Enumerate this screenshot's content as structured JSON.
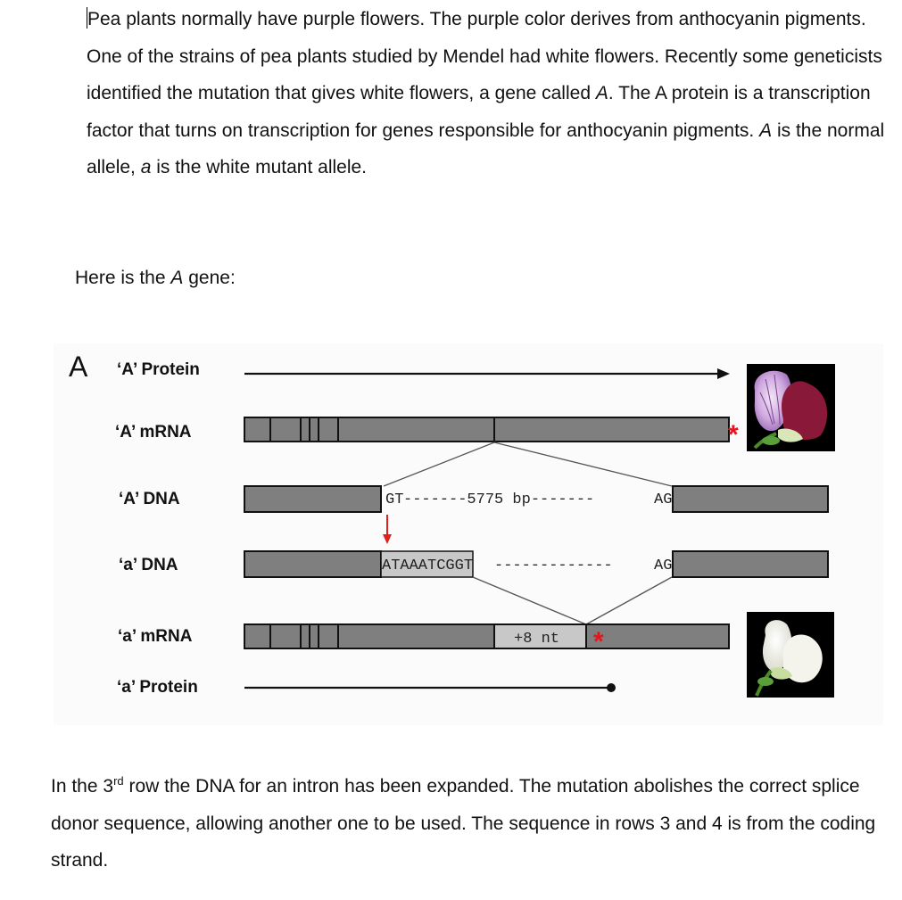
{
  "intro": {
    "s1": "Pea plants normally have purple flowers.  The purple color derives from anthocyanin pigments.  One of the strains of pea plants studied by Mendel had white flowers.  Recently some geneticists identified the mutation that gives white flowers, a gene called ",
    "gene_a": "A",
    "s2": ".  The A protein is a transcription factor that turns on transcription for genes responsible for anthocyanin pigments.  ",
    "allele_A": "A",
    "s3": " is the normal allele, ",
    "allele_a": "a",
    "s4": " is the white mutant allele."
  },
  "here": {
    "prefix": "Here is the ",
    "gene": "A",
    "suffix": " gene:"
  },
  "figure": {
    "panel_letter": "A",
    "rows": {
      "A_protein": "‘A’ Protein",
      "A_mrna": "‘A’ mRNA",
      "A_dna": "‘A’ DNA",
      "a_dna": "‘a’ DNA",
      "a_mrna": "‘a’ mRNA",
      "a_protein": "‘a’ Protein"
    },
    "A_dna_gt": "GT",
    "A_dna_intron": "-------5775 bp-------",
    "A_dna_ag": "AG",
    "a_dna_insert": "ATAAATCGGT",
    "a_dna_dashes": "-------------",
    "a_dna_ag": "AG",
    "a_mrna_insert": "+8 nt",
    "stop_mark": "*",
    "colors": {
      "exon": "#7f7f7f",
      "insert": "#c8c8c8",
      "mutation_arrow": "#e0201c",
      "stop": "#e8141c"
    },
    "images": {
      "purple": "purple-pea-flower-photo",
      "white": "white-pea-flower-photo"
    }
  },
  "outro": {
    "s1": "In the 3",
    "sup": "rd",
    "s2": " row the DNA for an intron has been expanded.  The mutation abolishes the correct splice donor sequence, allowing another one to be used.  The sequence in rows 3 and 4 is from the coding strand."
  }
}
